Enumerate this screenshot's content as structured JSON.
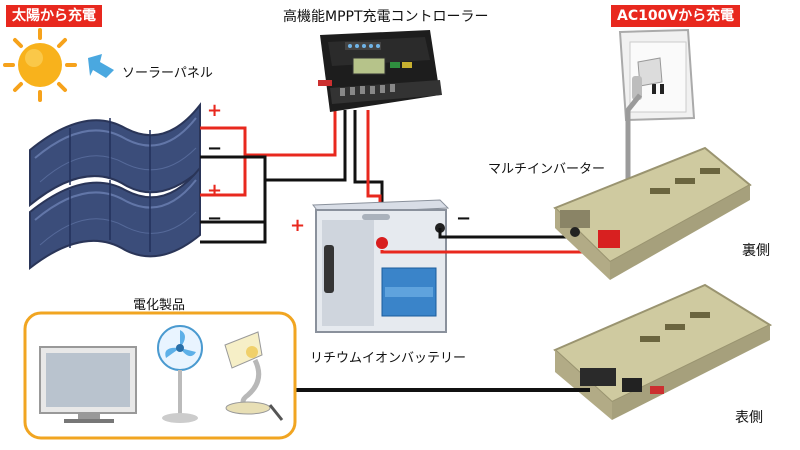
{
  "labels": {
    "sun": "太陽から充電",
    "ac": "AC100Vから充電",
    "controller": "高機能MPPT充電コントローラー",
    "solar": "ソーラーパネル",
    "inverter": "マルチインバーター",
    "battery": "リチウムイオンバッテリー",
    "appliances": "電化製品",
    "back": "裏側",
    "front": "表側"
  },
  "signs": {
    "plus": "+",
    "minus": "−"
  },
  "colors": {
    "accent": "#e8281e",
    "wire_positive": "#e8281e",
    "wire_negative": "#111111",
    "frame": "#f1a521"
  }
}
